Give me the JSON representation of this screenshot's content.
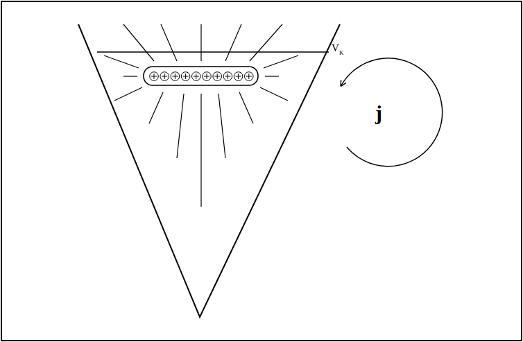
{
  "diagram": {
    "labels": [
      "V",
      "K",
      "j"
    ]
  }
}
